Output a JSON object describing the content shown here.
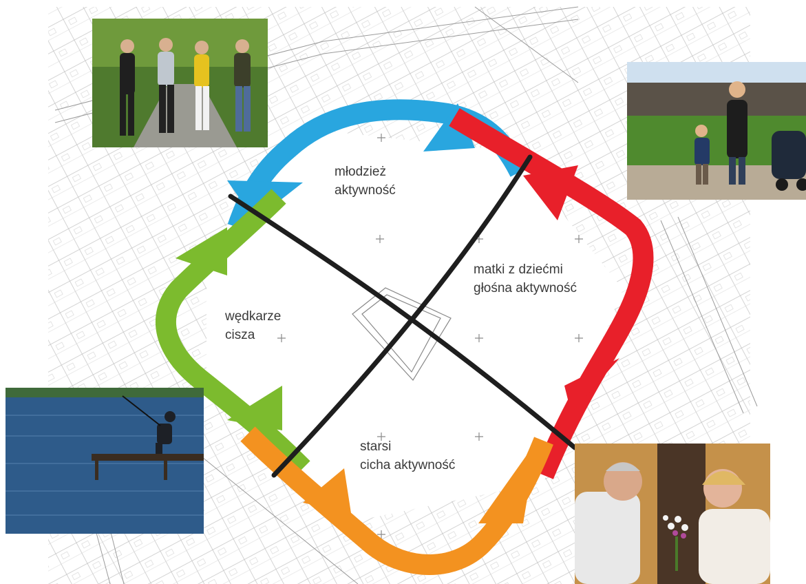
{
  "diagram": {
    "zones": [
      {
        "id": "youth",
        "line1": "młodzież",
        "line2": "aktywność",
        "arrow_color": "#29a6df"
      },
      {
        "id": "mothers",
        "line1": "matki z dziećmi",
        "line2": "głośna aktywność",
        "arrow_color": "#e8202a"
      },
      {
        "id": "anglers",
        "line1": "wędkarze",
        "line2": "cisza",
        "arrow_color": "#7cbb2e"
      },
      {
        "id": "seniors",
        "line1": "starsi",
        "line2": "cicha aktywność",
        "arrow_color": "#f39220"
      }
    ],
    "divider_color": "#1e1e1e",
    "photos": [
      {
        "subject": "group of young women walking in a park",
        "zone": "youth"
      },
      {
        "subject": "mother with child and pram on a meadow",
        "zone": "mothers"
      },
      {
        "subject": "angler fishing from a pier on a lake",
        "zone": "anglers"
      },
      {
        "subject": "elderly couple with flowers by a tree",
        "zone": "seniors"
      }
    ]
  }
}
